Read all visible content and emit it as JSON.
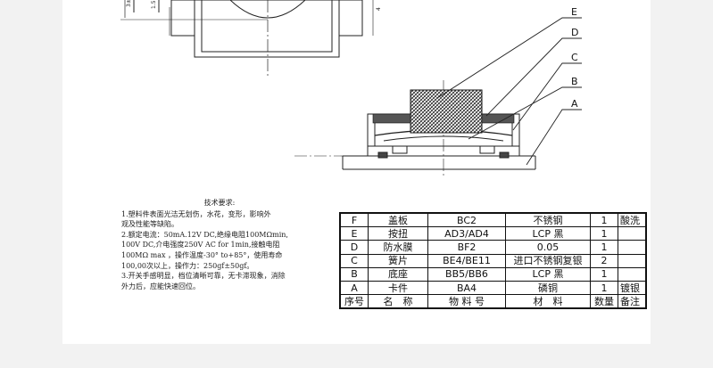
{
  "callouts": [
    "E",
    "D",
    "C",
    "B",
    "A"
  ],
  "requirements": {
    "title": "技术要求:",
    "lines": [
      "1.塑料件表面光洁无划伤，水花，变形，影响外",
      "  观及性能等缺陷。",
      "2.额定电流：50mA.12V DC,绝缘电阻100MΩmin,",
      "  100V DC,介电强度250V AC for 1min,接触电阻",
      "  100MΩ max ，操作温度-30° to+85°，使用寿命",
      "  100,00次以上，操作力：250gf±50gf。",
      "3.开关手感明显，档位清晰可靠，无卡滞现象，消除",
      "  外力后，应能快速回位。"
    ]
  },
  "bom": {
    "rows": [
      [
        "F",
        "盖板",
        "BC2",
        "不锈钢",
        "1",
        "酸洗"
      ],
      [
        "E",
        "按扭",
        "AD3/AD4",
        "LCP 黑",
        "1",
        ""
      ],
      [
        "D",
        "防水膜",
        "BF2",
        "0.05",
        "1",
        ""
      ],
      [
        "C",
        "簧片",
        "BE4/BE11",
        "进口不锈钢复银",
        "2",
        ""
      ],
      [
        "B",
        "底座",
        "BB5/BB6",
        "LCP 黑",
        "1",
        ""
      ],
      [
        "A",
        "卡件",
        "BA4",
        "磷铜",
        "1",
        "镀银"
      ]
    ],
    "header": [
      "序号",
      "名　称",
      "物 料 号",
      "材　料",
      "数量",
      "备注"
    ]
  },
  "dims": {
    "d1": "3±",
    "d2": "1.5",
    "d3": "4"
  }
}
